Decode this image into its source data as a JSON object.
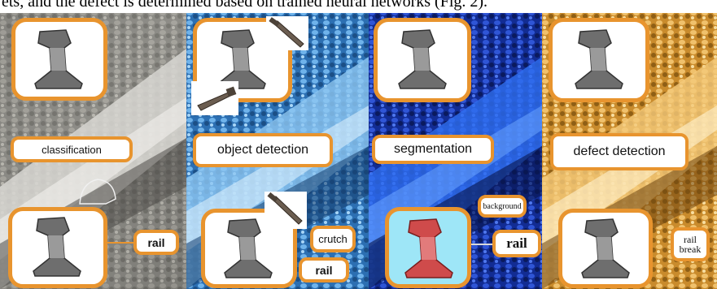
{
  "caption": "ets, and the defect is determined based on trained neural networks (Fig. 2).",
  "colors": {
    "accent_border": "#e8942e",
    "panel_1_tint": "#9a9a96",
    "panel_2_tint": "#3e8fd6",
    "panel_3_tint": "#1638b8",
    "panel_4_tint": "#e9a331",
    "segmentation_fill": "#cf4b4b",
    "segmentation_bg": "#9ee6f7"
  },
  "panels": [
    {
      "id": "classification",
      "task_label": "classification",
      "output_labels": [
        "rail"
      ]
    },
    {
      "id": "object_detection",
      "task_label": "object detection",
      "output_labels": [
        "crutch",
        "rail"
      ]
    },
    {
      "id": "segmentation",
      "task_label": "segmentation",
      "output_labels": [
        "background",
        "rail"
      ]
    },
    {
      "id": "defect_detection",
      "task_label": "defect detection",
      "output_labels": [
        "rail",
        "break"
      ]
    }
  ],
  "icons": {
    "rail_profile": "rail-cross-section-icon",
    "crutch": "crutch-spike-icon"
  }
}
